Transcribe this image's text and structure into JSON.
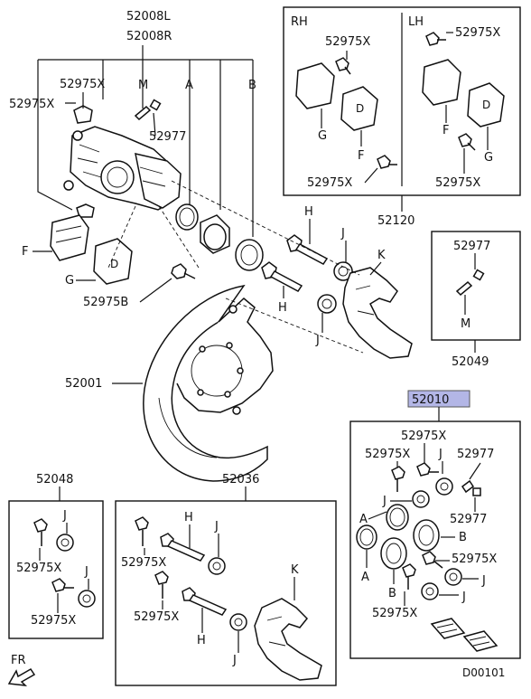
{
  "labels": {
    "top_l": "52008L",
    "top_r": "52008R",
    "p52975x": "52975X",
    "p52977": "52977",
    "m": "M",
    "a": "A",
    "b": "B",
    "f": "F",
    "g": "G",
    "h": "H",
    "j": "J",
    "k": "K",
    "p52975b": "52975B",
    "p52001": "52001",
    "p52048": "52048",
    "p52036": "52036",
    "p52010": "52010",
    "p52049": "52049",
    "p52120": "52120",
    "rh": "RH",
    "lh": "LH",
    "fr": "FR",
    "code": "D00101"
  },
  "colors": {
    "highlight_fill": "#b3b6e6",
    "line": "#111111"
  }
}
